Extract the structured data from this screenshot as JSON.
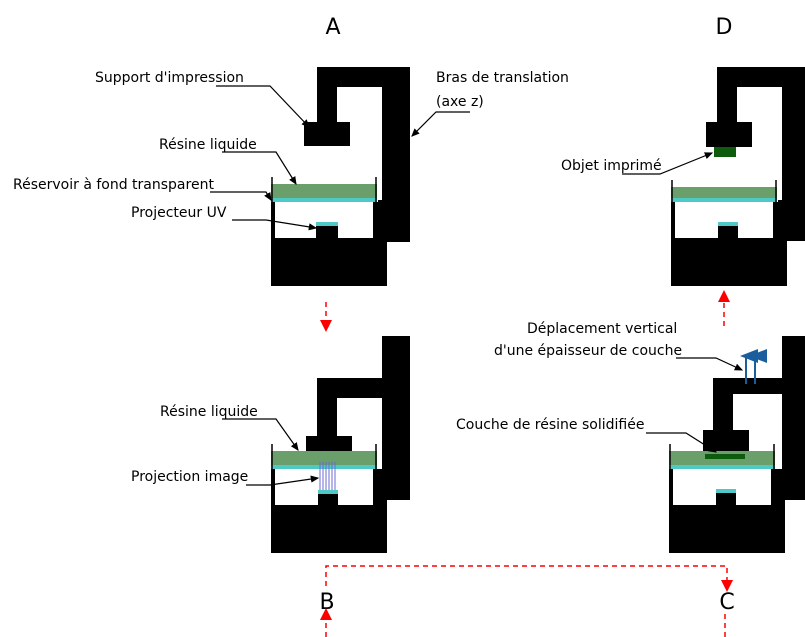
{
  "panels": {
    "A": "A",
    "B": "B",
    "C": "C",
    "D": "D"
  },
  "labels": {
    "support": "Support d'impression",
    "bras_line1": "Bras de translation",
    "bras_line2": "(axe z)",
    "resine_a": "Résine liquide",
    "reservoir": "Réservoir à fond transparent",
    "projecteur": "Projecteur UV",
    "resine_b": "Résine liquide",
    "projection": "Projection image",
    "objet": "Objet imprimé",
    "deplacement_line1": "Déplacement vertical",
    "deplacement_line2": "d'une épaisseur de couche",
    "couche": "Couche de résine solidifiée"
  },
  "colors": {
    "machine": "#000000",
    "resin": "#6a9e6a",
    "tank_floor": "#4fc8c8",
    "projector_tip": "#4fc8c8",
    "printed_object": "#0d5c0d",
    "projection_rays": "#6b6bd6",
    "flow_arrow": "#ff0000",
    "move_arrow": "#1b5e9e"
  }
}
